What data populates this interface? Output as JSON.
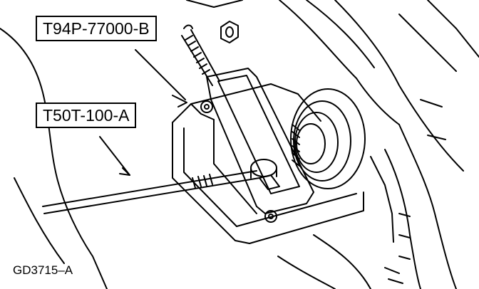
{
  "callouts": [
    {
      "label": "T94P-77000-B"
    },
    {
      "label": "T50T-100-A"
    }
  ],
  "figure_code": "GD3715–A",
  "colors": {
    "ink": "#000000",
    "paper": "#ffffff"
  }
}
